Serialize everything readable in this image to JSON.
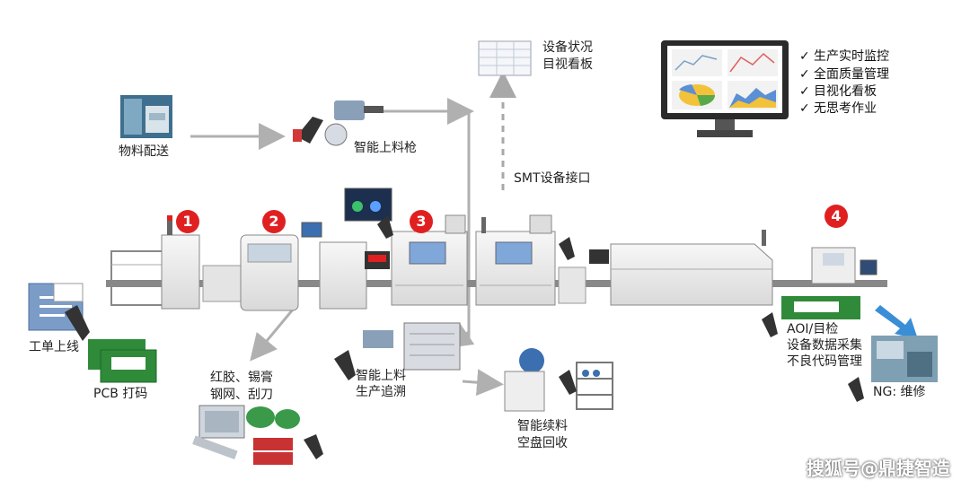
{
  "diagram": {
    "labels": {
      "material_delivery": "物料配送",
      "smart_feeder_gun": "智能上料枪",
      "status_board_line1": "设备状况",
      "status_board_line2": "目视看板",
      "smt_interface": "SMT设备接口",
      "work_order": "工单上线",
      "pcb_marking": "PCB 打码",
      "glue_line1": "红胶、锡膏",
      "glue_line2": "钢网、刮刀",
      "smart_feeding_line1": "智能上料",
      "smart_feeding_line2": "生产追溯",
      "smart_reload_line1": "智能续料",
      "smart_reload_line2": "空盘回收",
      "aoi_line1": "AOI/目检",
      "aoi_line2": "设备数据采集",
      "aoi_line3": "不良代码管理",
      "ng_repair": "NG: 维修"
    },
    "badges": [
      "1",
      "2",
      "3",
      "4"
    ],
    "checklist": [
      "生产实时监控",
      "全面质量管理",
      "目视化看板",
      "无思考作业"
    ],
    "check_mark": "✓",
    "watermark": "搜狐号@鼎捷智造"
  },
  "colors": {
    "badge": "#e02020",
    "arrow": "#b0b0b0",
    "dashed_arrow": "#a8a8a8",
    "machine_light": "#eeeeee",
    "machine_blue": "#7fa7d9",
    "belt": "#888888"
  }
}
